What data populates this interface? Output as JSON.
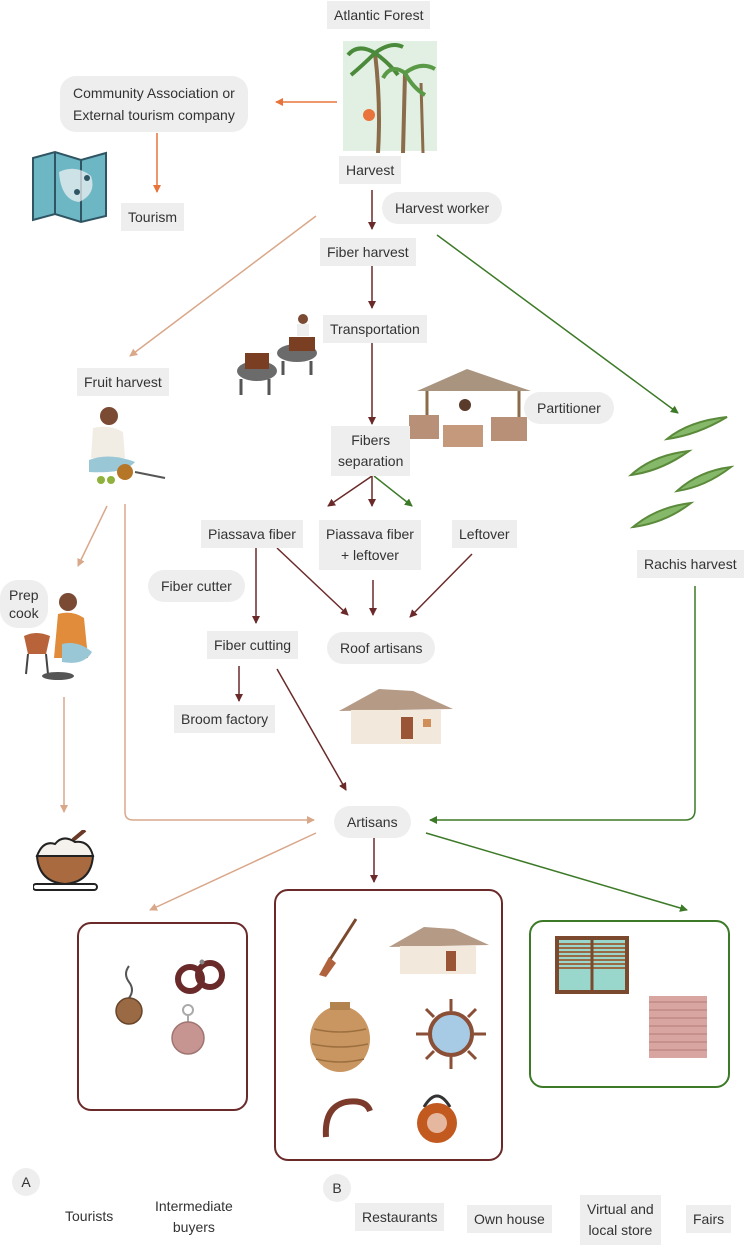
{
  "nodes": {
    "atlantic_forest": "Atlantic Forest",
    "community": "Community Association or\nExternal tourism company",
    "tourism": "Tourism",
    "harvest": "Harvest",
    "harvest_worker": "Harvest worker",
    "fiber_harvest": "Fiber harvest",
    "transportation": "Transportation",
    "partitioner": "Partitioner",
    "fruit_harvest": "Fruit harvest",
    "fibers_separation": "Fibers\nseparation",
    "piassava_fiber": "Piassava fiber",
    "piassava_leftover": "Piassava fiber\n+ leftover",
    "leftover": "Leftover",
    "rachis_harvest": "Rachis harvest",
    "prep_cook": "Prep\ncook",
    "fiber_cutter": "Fiber cutter",
    "fiber_cutting": "Fiber cutting",
    "roof_artisans": "Roof artisans",
    "broom_factory": "Broom factory",
    "artisans": "Artisans"
  },
  "markets": {
    "label_a": "A",
    "label_b": "B",
    "tourists": "Tourists",
    "intermediate_buyers": "Intermediate\nbuyers",
    "restaurants": "Restaurants",
    "own_house": "Own house",
    "virtual_local_store": "Virtual and\nlocal store",
    "fairs": "Fairs"
  },
  "icons": {
    "forest": "palm-forest-icon",
    "map": "map-icon",
    "donkeys": "donkey-transport-icon",
    "hut": "partition-hut-icon",
    "fruit": "fruit-harvest-person-icon",
    "leaves": "rachis-leaves-icon",
    "cook": "cook-person-icon",
    "roof_house": "thatched-house-icon",
    "dish": "food-bowl-icon"
  },
  "colors": {
    "orange": "#e8743b",
    "brown": "#6b2a2a",
    "tan": "#d9a78a",
    "green": "#3d7a28"
  }
}
